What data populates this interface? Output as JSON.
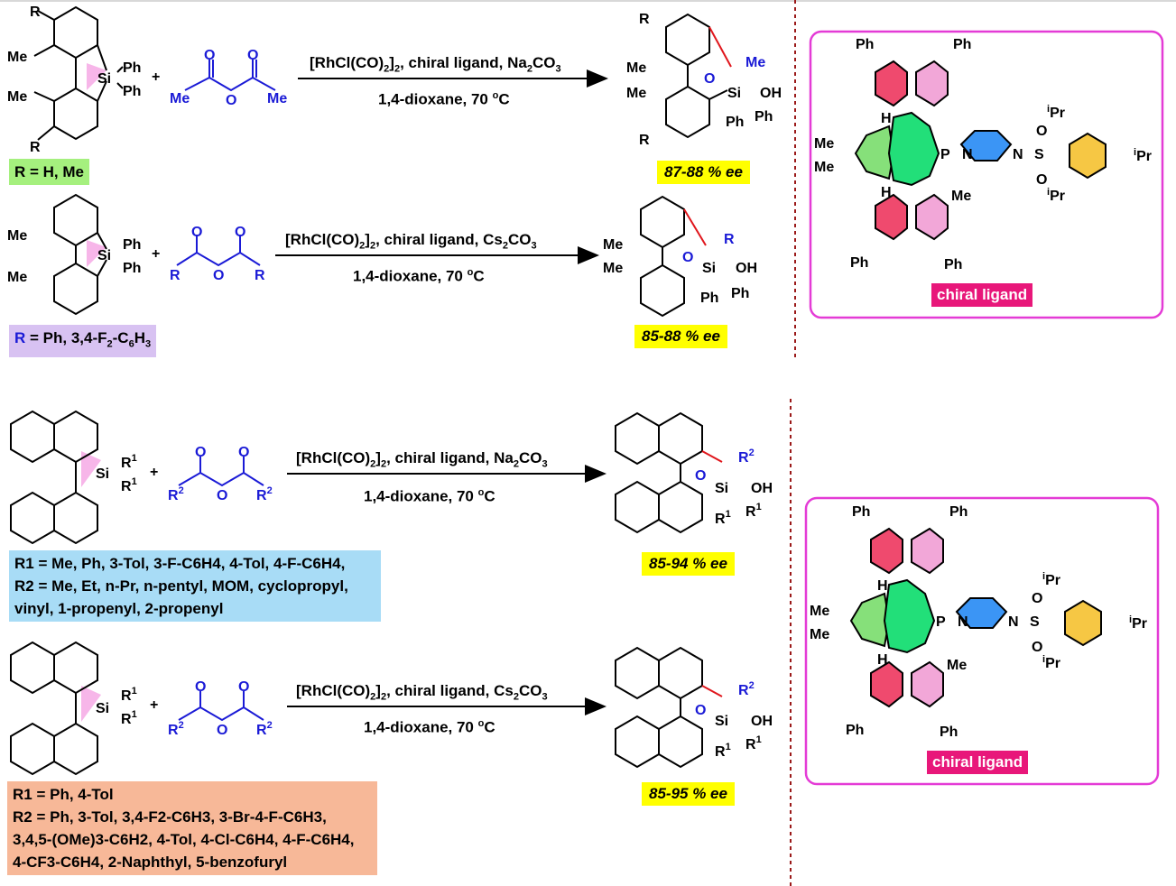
{
  "colors": {
    "reagent_blue": "#1a1ad6",
    "new_bond_red": "#e0161c",
    "silole_pink": "#f7b6e9",
    "ring_red": "#ef4a6e",
    "ring_pink": "#f2a7d8",
    "dioxolane_green": "#86e07a",
    "phosphepine_green": "#22df79",
    "piperazine_blue": "#3b95f5",
    "aryl_yellow": "#f6c744",
    "ligand_border": "#e43bd6",
    "divider": "#9b1a1a",
    "ee_highlight": "#ffff00",
    "tag1_bg": "#a5f07e",
    "tag2_bg": "#d8c2f2",
    "tag3_bg": "#a8dcf6",
    "tag4_bg": "#f7b898"
  },
  "reactions": [
    {
      "cond_top": [
        "[RhCl(CO)",
        "2",
        "]",
        "2",
        ", chiral ligand, Na",
        "2",
        "CO",
        "3"
      ],
      "cond_bottom": "1,4-dioxane, 70 ",
      "deg": "o",
      "cond_unit": "C",
      "ee": "87-88 % ee",
      "scope": "R = H, Me"
    },
    {
      "cond_top": [
        "[RhCl(CO)",
        "2",
        "]",
        "2",
        ", chiral ligand, Cs",
        "2",
        "CO",
        "3"
      ],
      "cond_bottom": "1,4-dioxane, 70 ",
      "deg": "o",
      "cond_unit": "C",
      "ee": "85-88 % ee",
      "scope_r": "R",
      "scope_rest": " = Ph, 3,4-F",
      "scope_sub1": "2",
      "scope_mid": "-C",
      "scope_sub2": "6",
      "scope_h": "H",
      "scope_sub3": "3"
    },
    {
      "cond_top": [
        "[RhCl(CO)",
        "2",
        "]",
        "2",
        ", chiral ligand, Na",
        "2",
        "CO",
        "3"
      ],
      "cond_bottom": "1,4-dioxane, 70 ",
      "deg": "o",
      "cond_unit": "C",
      "ee": "85-94 % ee",
      "scope_line1": "R1 = Me, Ph, 3-Tol, 3-F-C6H4, 4-Tol, 4-F-C6H4,",
      "scope_line2": "R2 = Me, Et, n-Pr, n-pentyl, MOM, cyclopropyl,",
      "scope_line3": "vinyl, 1-propenyl, 2-propenyl"
    },
    {
      "cond_top": [
        "[RhCl(CO)",
        "2",
        "]",
        "2",
        ", chiral ligand, Cs",
        "2",
        "CO",
        "3"
      ],
      "cond_bottom": "1,4-dioxane, 70 ",
      "deg": "o",
      "cond_unit": "C",
      "ee": "85-95 % ee",
      "scope_line1": "R1 = Ph, 4-Tol",
      "scope_line2": "R2 = Ph, 3-Tol, 3,4-F2-C6H3, 3-Br-4-F-C6H3,",
      "scope_line3": "3,4,5-(OMe)3-C6H2, 4-Tol, 4-Cl-C6H4, 4-F-C6H4,",
      "scope_line4": "4-CF3-C6H4, 2-Naphthyl, 5-benzofuryl"
    }
  ],
  "ligand": {
    "label": "chiral ligand"
  },
  "atoms": {
    "R": "R",
    "Me": "Me",
    "Si": "Si",
    "Ph": "Ph",
    "OH": "OH",
    "O": "O",
    "P": "P",
    "N": "N",
    "S": "S",
    "H": "H",
    "Pr": "Pr",
    "i": "i",
    "R1": "R",
    "R2": "R",
    "one": "1",
    "two": "2",
    "plus": "+",
    "hash": "''''"
  }
}
